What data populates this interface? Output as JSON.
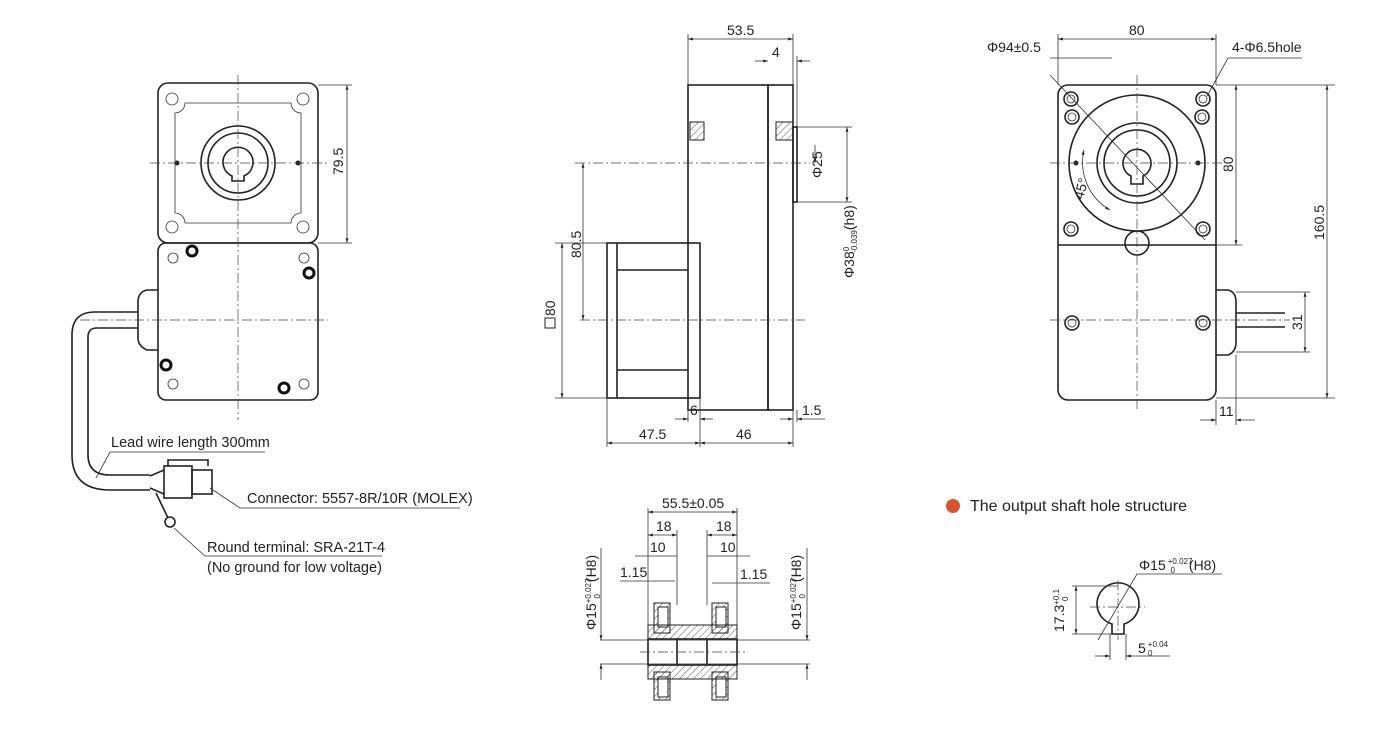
{
  "left_view": {
    "dim_height": "79.5",
    "lead_wire": "Lead wire length 300mm",
    "connector": "Connector: 5557-8R/10R (MOLEX)",
    "terminal": "Round terminal: SRA-21T-4",
    "terminal_note": "(No ground for low voltage)"
  },
  "side_view": {
    "dim_total_depth": "53.5",
    "dim_flange": "4",
    "dim_shaft_dia": "Φ25",
    "dim_pilot_dia": "Φ38",
    "dim_pilot_tol_upper": "0",
    "dim_pilot_tol_lower": "-0.039",
    "dim_pilot_fit": "(h8)",
    "dim_center_offset": "80.5",
    "dim_motor_square": "80",
    "dim_motor_gap": "6",
    "dim_boss": "1.5",
    "dim_motor_len": "47.5",
    "dim_gearbox_len": "46"
  },
  "front_view": {
    "dim_width": "80",
    "dim_pcd": "Φ94±0.5",
    "dim_holes": "4-Φ6.5hole",
    "dim_square": "80",
    "dim_total_height": "160.5",
    "dim_cable_offset": "31",
    "dim_cable_boss": "11",
    "angle": "45°"
  },
  "section_view": {
    "dim_span": "55.5±0.05",
    "dim_bearing_left": "18",
    "dim_bearing_right": "18",
    "dim_inner_left": "10",
    "dim_inner_right": "10",
    "dim_clip_left": "1.15",
    "dim_clip_right": "1.15",
    "bore_dia": "Φ15",
    "bore_tol_upper": "+0.027",
    "bore_tol_lower": "0",
    "bore_fit": "(H8)"
  },
  "hole_structure": {
    "title": "The output shaft hole structure",
    "bullet_color": "#d9532b",
    "bore_dia": "Φ15",
    "bore_tol_upper": "+0.027",
    "bore_tol_lower": "0",
    "bore_fit": "(H8)",
    "key_depth": "17.3",
    "key_depth_tol_upper": "+0.1",
    "key_depth_tol_lower": "0",
    "key_width": "5",
    "key_width_tol_upper": "+0.04",
    "key_width_tol_lower": "0"
  }
}
